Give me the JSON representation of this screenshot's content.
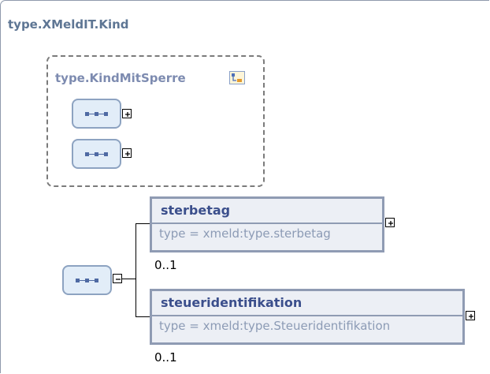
{
  "outer_type": {
    "title": "type.XMeldIT.Kind"
  },
  "inner_group": {
    "title": "type.KindMitSperre",
    "icon": "complex-type-icon",
    "sequences": [
      {
        "icon": "sequence-icon",
        "expand_symbol": "plus"
      },
      {
        "icon": "sequence-icon",
        "expand_symbol": "plus"
      }
    ]
  },
  "main_sequence": {
    "icon": "sequence-icon",
    "expand_symbol": "minus"
  },
  "elements": [
    {
      "name": "sterbetag",
      "type": "type = xmeld:type.sterbetag",
      "cardinality": "0..1",
      "expand_symbol": "plus"
    },
    {
      "name": "steueridentifikation",
      "type": "type = xmeld:type.Steueridentifikation",
      "cardinality": "0..1",
      "expand_symbol": "plus"
    }
  ],
  "colors": {
    "title": "#5e7694",
    "inner_title": "#7d8bb0",
    "element_name": "#3b4f8c",
    "element_type": "#8c9bb5",
    "element_border": "#8f9bb3",
    "element_fill": "#eceff5",
    "sequence_border": "#8da3c1",
    "sequence_fill": "#e2edf8"
  }
}
